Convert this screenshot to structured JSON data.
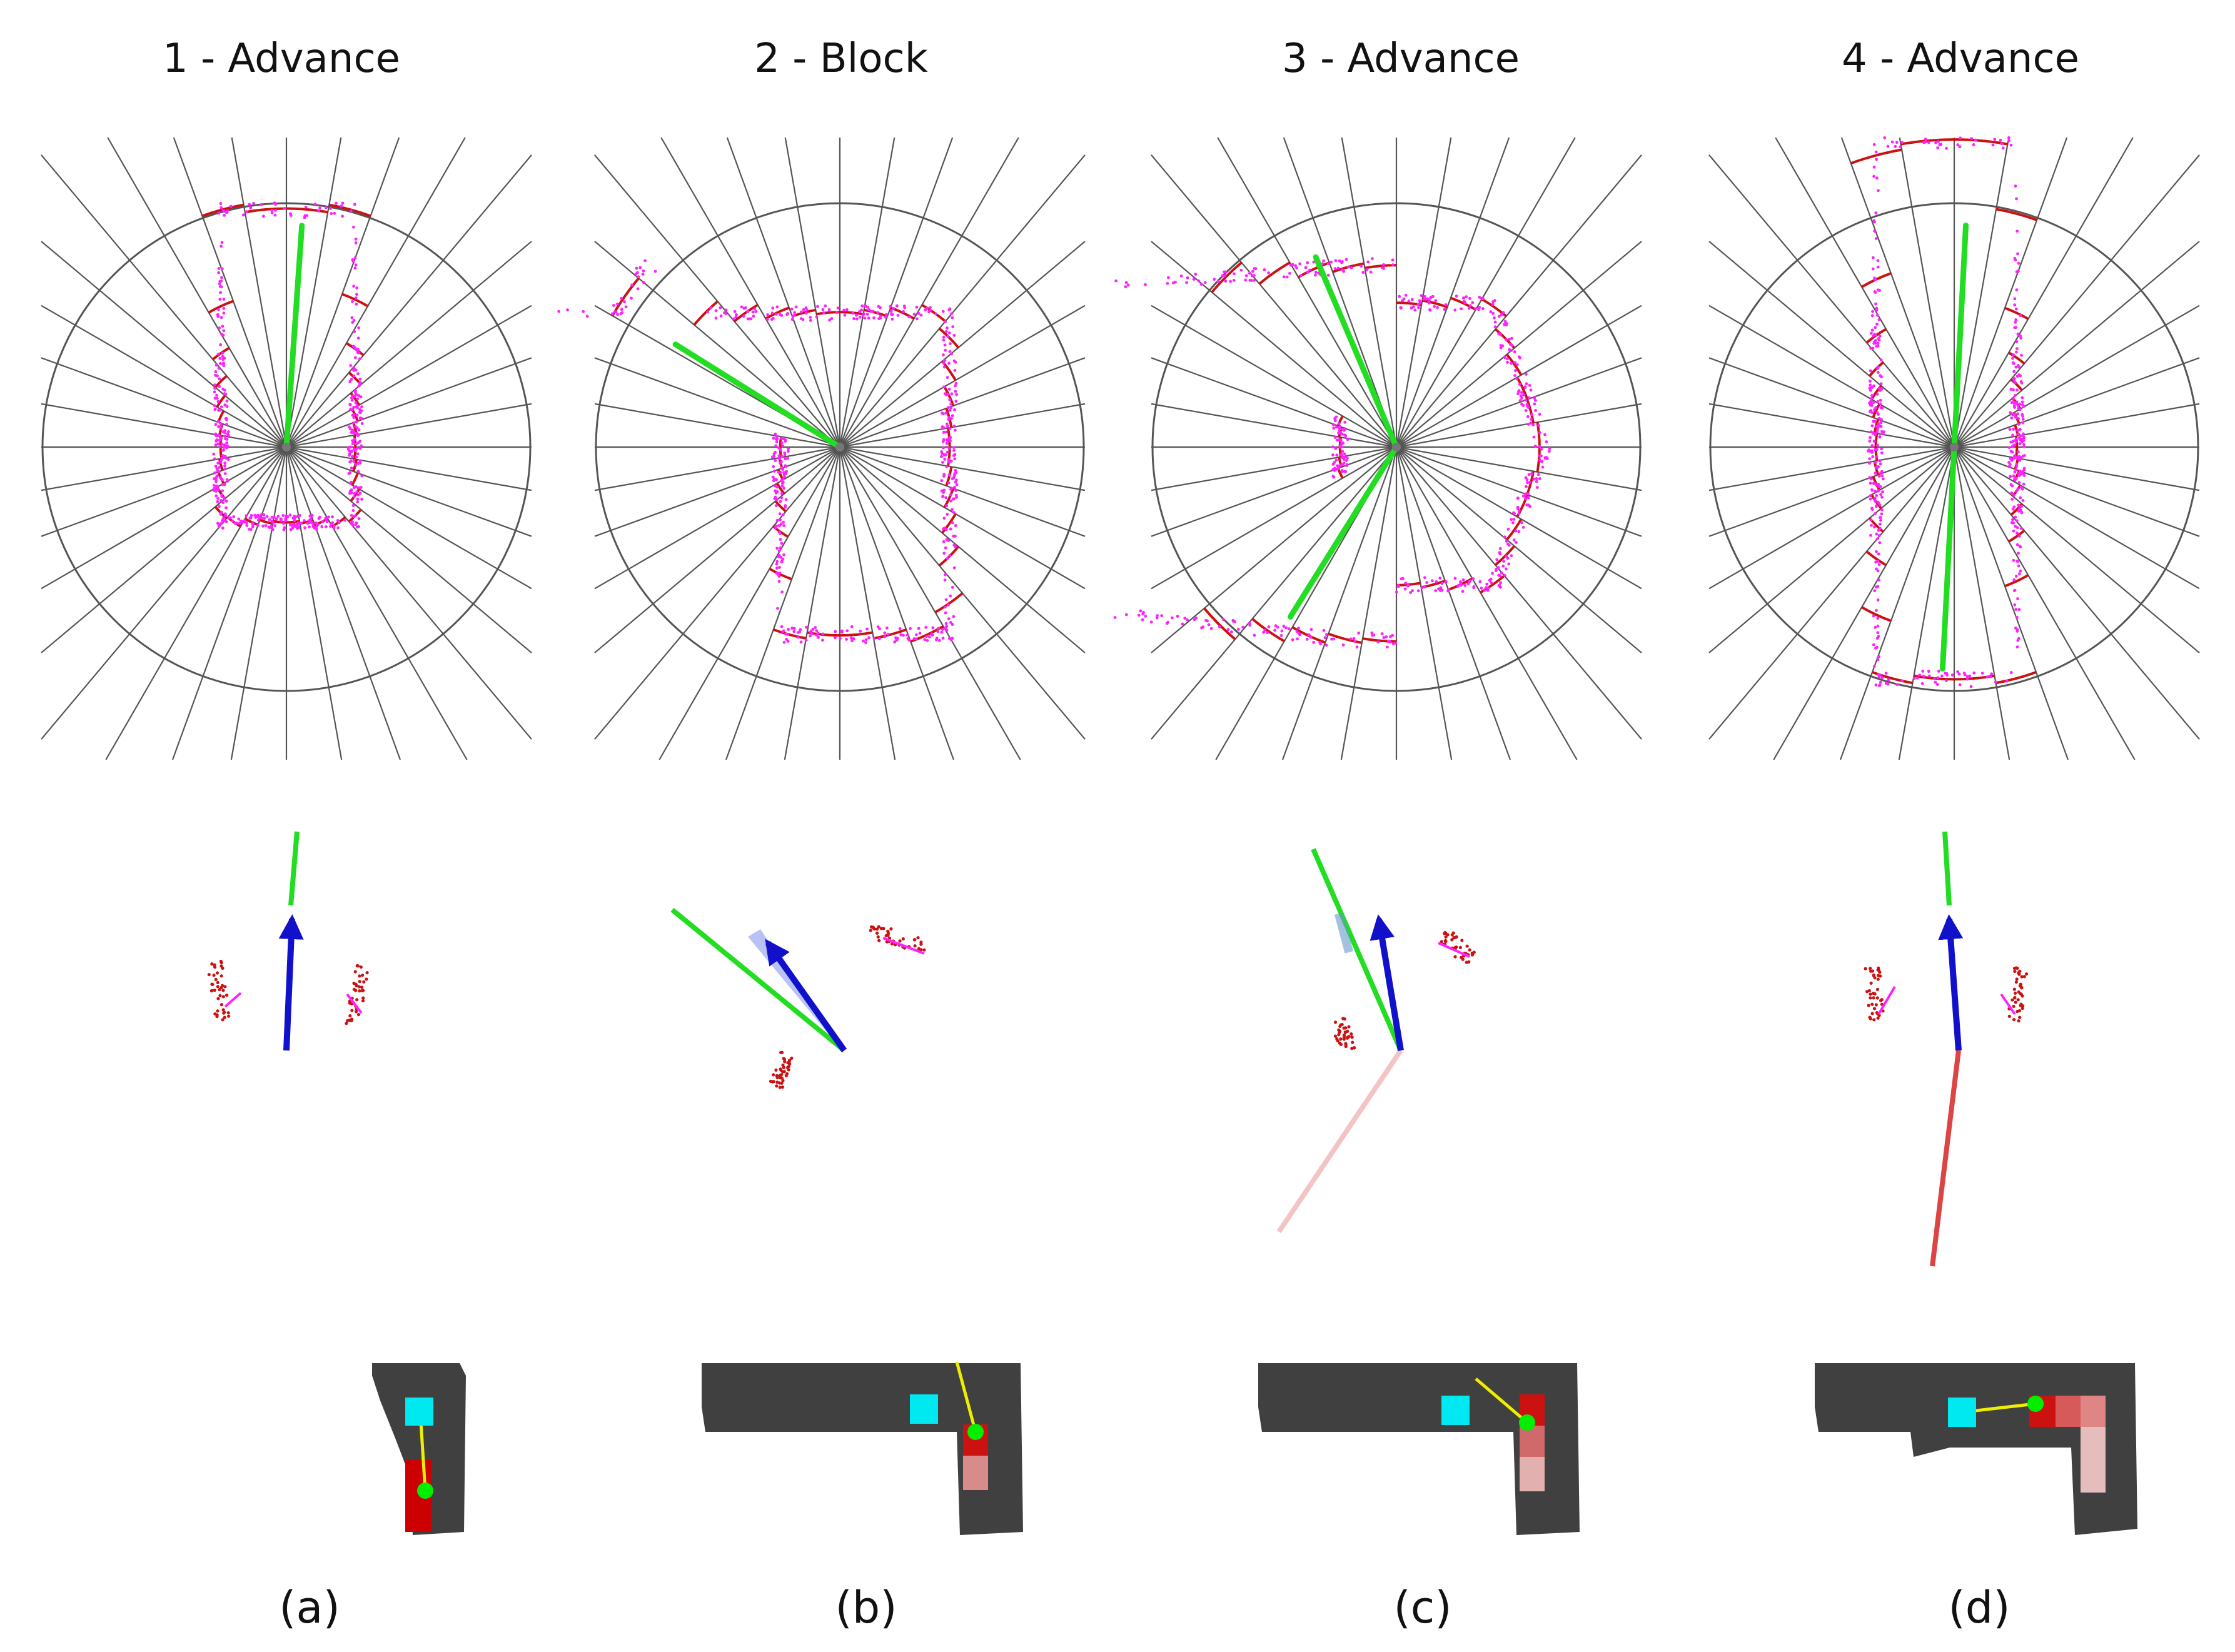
{
  "panels": [
    {
      "title": "1 - Advance",
      "caption": "(a)"
    },
    {
      "title": "2 - Block",
      "caption": "(b)"
    },
    {
      "title": "3 - Advance",
      "caption": "(c)"
    },
    {
      "title": "4 - Advance",
      "caption": "(d)"
    }
  ],
  "colors": {
    "grid": "#555555",
    "points": "#ff22ff",
    "obstacle_arc": "#cc1111",
    "heading": "#22dd22",
    "robot_direction": "#1111cc",
    "selected_path": "#dd4444",
    "faded_path": "#f4c4c4",
    "map": "#404040",
    "robot_cell": "#00e8f0",
    "waypoint": "#00ee00",
    "link": "#eeee00"
  }
}
